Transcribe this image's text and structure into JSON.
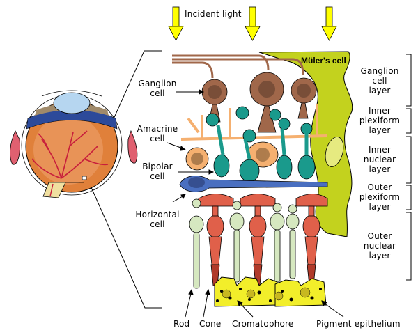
{
  "title": "Retina structure diagram",
  "incident_light_label": "Incident light",
  "muller_label": "Müler's cell",
  "left_labels": {
    "ganglion": [
      "Ganglion",
      "cell"
    ],
    "amacrine": [
      "Amacrine",
      "cell"
    ],
    "bipolar": [
      "Bipolar",
      "cell"
    ],
    "horizontal": [
      "Horizontal",
      "cell"
    ]
  },
  "layers": [
    {
      "id": "ganglion-cell-layer",
      "lines": [
        "Ganglion",
        "cell",
        "layer"
      ]
    },
    {
      "id": "inner-plexiform-layer",
      "lines": [
        "Inner",
        "plexiform",
        "layer"
      ]
    },
    {
      "id": "inner-nuclear-layer",
      "lines": [
        "Inner",
        "nuclear",
        "layer"
      ]
    },
    {
      "id": "outer-plexiform-layer",
      "lines": [
        "Outer",
        "plexiform",
        "layer"
      ]
    },
    {
      "id": "outer-nuclear-layer",
      "lines": [
        "Outer",
        "nuclear",
        "layer"
      ]
    }
  ],
  "bottom_labels": {
    "rod": "Rod",
    "cone": "Cone",
    "cromatophore": "Cromatophore",
    "pigment_epithelium": "Pigment epithelium"
  },
  "colors": {
    "arrow_yellow": "#ffff00",
    "muller_green": "#c3d21e",
    "ganglion_brown": "#a0674a",
    "amacrine_orange": "#f5b070",
    "bipolar_teal": "#1a9a8c",
    "horizontal_blue": "#4a6fc0",
    "cone_red": "#e0604a",
    "rod_green": "#d6e8c0",
    "epithelium_yellow": "#f2ee2a",
    "eye_orange": "#e0803a",
    "iris_blue": "#2c4a9a",
    "lens_blue": "#b6d6f0",
    "muscle_pink": "#e06070",
    "vessel_red": "#c81e3c"
  }
}
